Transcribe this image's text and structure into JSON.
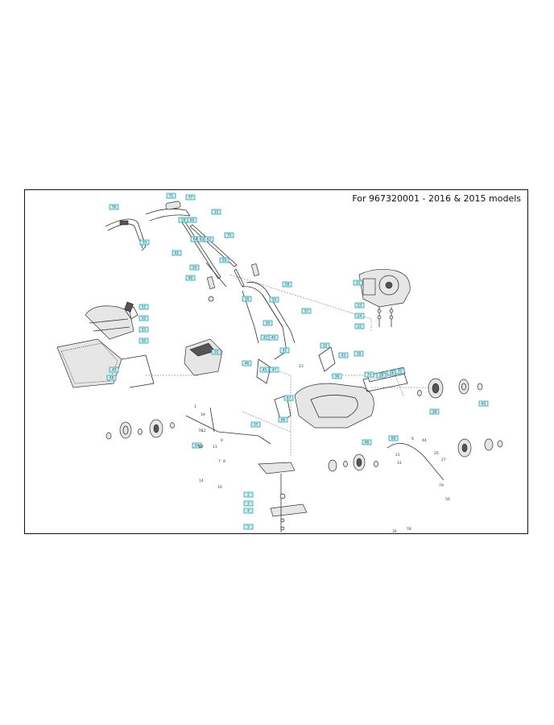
{
  "header": {
    "title": "For 967320001 - 2016 & 2015 models"
  },
  "diagram": {
    "parts": [
      {
        "id": "handle-top",
        "label": "71"
      },
      {
        "id": "handle-bar",
        "label": "77"
      },
      {
        "id": "bail-left",
        "label": "76"
      },
      {
        "id": "bail-lower",
        "label": "35"
      },
      {
        "id": "cable-clip",
        "label": "18"
      },
      {
        "id": "cable-upper",
        "label": "60"
      },
      {
        "id": "handle-knob",
        "label": "64"
      },
      {
        "id": "handle-lever-a",
        "label": "63"
      },
      {
        "id": "handle-pin",
        "label": "62"
      },
      {
        "id": "handle-screw",
        "label": "15"
      },
      {
        "id": "handle-upper-r",
        "label": "75"
      },
      {
        "id": "bracket-upper",
        "label": "61"
      },
      {
        "id": "handle-tube-l",
        "label": "29"
      },
      {
        "id": "handle-tube-m",
        "label": "80"
      },
      {
        "id": "handle-clamp",
        "label": "59"
      },
      {
        "id": "grass-bag-frame",
        "label": "51"
      },
      {
        "id": "grass-bag-clip",
        "label": "52"
      },
      {
        "id": "grass-bag-cover",
        "label": "53"
      },
      {
        "id": "grass-bag-top",
        "label": "50"
      },
      {
        "id": "grass-bag-side",
        "label": "49"
      },
      {
        "id": "grass-bag-rear",
        "label": "48"
      },
      {
        "id": "bag-mesh",
        "label": "20"
      },
      {
        "id": "engine",
        "label": "32"
      },
      {
        "id": "engine-bolt-1",
        "label": "23"
      },
      {
        "id": "engine-bolt-2",
        "label": "24"
      },
      {
        "id": "engine-bolt-3",
        "label": "22"
      },
      {
        "id": "knob-right",
        "label": "58"
      },
      {
        "id": "lower-handle-l",
        "label": "16"
      },
      {
        "id": "lower-handle-r",
        "label": "55"
      },
      {
        "id": "handle-bolt",
        "label": "57"
      },
      {
        "id": "handle-cover",
        "label": "30"
      },
      {
        "id": "rear-flap",
        "label": "42"
      },
      {
        "id": "rear-guard",
        "label": "41"
      },
      {
        "id": "flap-spring",
        "label": "40"
      },
      {
        "id": "discharge-plug",
        "label": "33"
      },
      {
        "id": "deck-plate",
        "label": "43"
      },
      {
        "id": "deck-cover",
        "label": "39"
      },
      {
        "id": "deck-bracket",
        "label": "36"
      },
      {
        "id": "wheel-rear-r",
        "label": "38"
      },
      {
        "id": "hub-cap-r",
        "label": "65"
      },
      {
        "id": "height-adjuster",
        "label": "28"
      },
      {
        "id": "height-spring",
        "label": "26"
      },
      {
        "id": "axle-rear",
        "label": "72"
      },
      {
        "id": "front-axle",
        "label": "74"
      },
      {
        "id": "gear-case",
        "label": "46"
      },
      {
        "id": "drive-belt",
        "label": "45"
      },
      {
        "id": "drive-pulley",
        "label": "47"
      },
      {
        "id": "blade-bolt",
        "label": "37"
      },
      {
        "id": "wheel-front-l",
        "label": "66"
      },
      {
        "id": "hub-cap-l",
        "label": "67"
      },
      {
        "id": "wheel-front-r",
        "label": "54"
      },
      {
        "id": "adjust-lever",
        "label": "68"
      },
      {
        "id": "adjust-lever-2",
        "label": "69"
      },
      {
        "id": "blade-adapter",
        "label": "2"
      },
      {
        "id": "blade",
        "label": "3"
      },
      {
        "id": "blade-washer",
        "label": "4"
      },
      {
        "id": "blade-nut",
        "label": "5"
      }
    ],
    "numbers": [
      "70",
      "13",
      "14",
      "1",
      "19",
      "12",
      "73",
      "8",
      "7",
      "11",
      "9",
      "10",
      "17",
      "21",
      "6",
      "25",
      "27",
      "44",
      "31",
      "34",
      "56",
      "79",
      "78"
    ]
  }
}
